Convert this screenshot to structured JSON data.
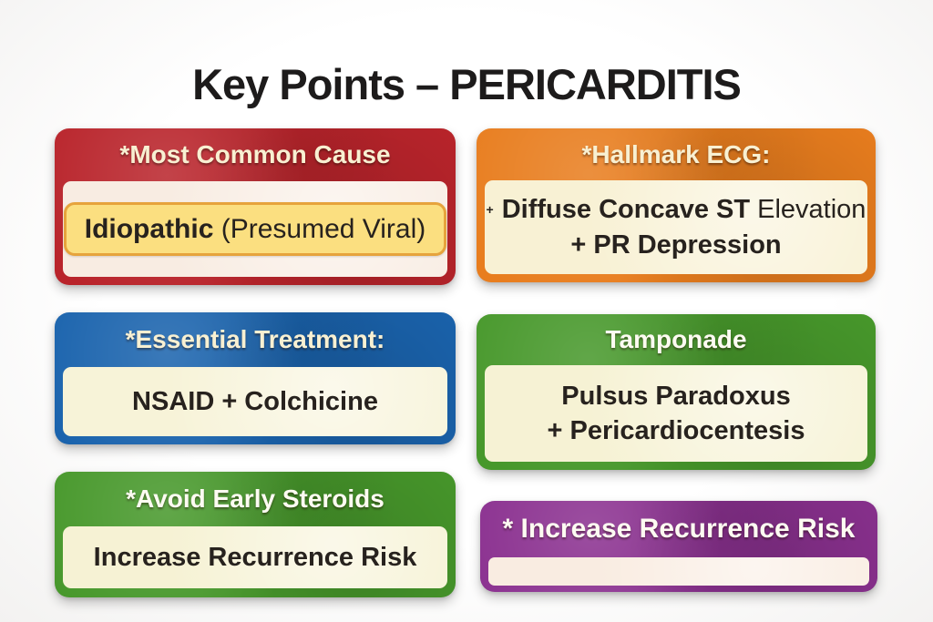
{
  "title": "Key Points – PERICARDITIS",
  "colors": {
    "red": "#b9242b",
    "orange": "#e87d1e",
    "blue": "#1a63ad",
    "green": "#47982b",
    "purple": "#8b3190",
    "cream_red_body": "#f8ece2",
    "cream_yellow_body": "#f8f1d4",
    "highlight_yellow": "#fbdf80",
    "highlight_border": "#e6a33c",
    "header_text": "#f8f0d2",
    "body_text": "#27221e",
    "title_text": "#1d1b1b"
  },
  "cards": [
    {
      "id": "most-common-cause",
      "header": "*Most Common Cause",
      "accent": "#b9242b",
      "body_bg": "#f8ece2",
      "highlight": {
        "bold": "Idiopathic",
        "rest": " (Presumed Viral)",
        "bg": "#fbdf80",
        "border": "#e6a33c"
      }
    },
    {
      "id": "hallmark-ecg",
      "header": "*Hallmark ECG:",
      "accent": "#e87d1e",
      "body_bg": "#f8f1d4",
      "lines": [
        {
          "prefix": "+",
          "bold": "Diffuse Concave ST",
          "rest": " Elevation"
        },
        {
          "bold": "+ PR Depression",
          "rest": ""
        }
      ]
    },
    {
      "id": "essential-treatment",
      "header": "*Essential Treatment:",
      "accent": "#1a63ad",
      "body_bg": "#f7f3d8",
      "lines": [
        {
          "bold": "NSAID + Colchicine",
          "rest": ""
        }
      ]
    },
    {
      "id": "tamponade",
      "header": "Tamponade",
      "accent": "#47982b",
      "body_bg": "#f6f2d4",
      "lines": [
        {
          "bold": "Pulsus Paradoxus",
          "rest": ""
        },
        {
          "bold": "+ Pericardiocentesis",
          "rest": ""
        }
      ]
    },
    {
      "id": "avoid-early-steroids",
      "header": "*Avoid Early Steroids",
      "accent": "#47982b",
      "body_bg": "#f6f2d4",
      "lines": [
        {
          "bold": "Increase Recurrence Risk",
          "rest": ""
        }
      ]
    },
    {
      "id": "increase-recurrence-risk",
      "header": "* Increase Recurrence Risk",
      "accent": "#8b3190",
      "body_bg": "#f9ece1",
      "lines": []
    }
  ]
}
